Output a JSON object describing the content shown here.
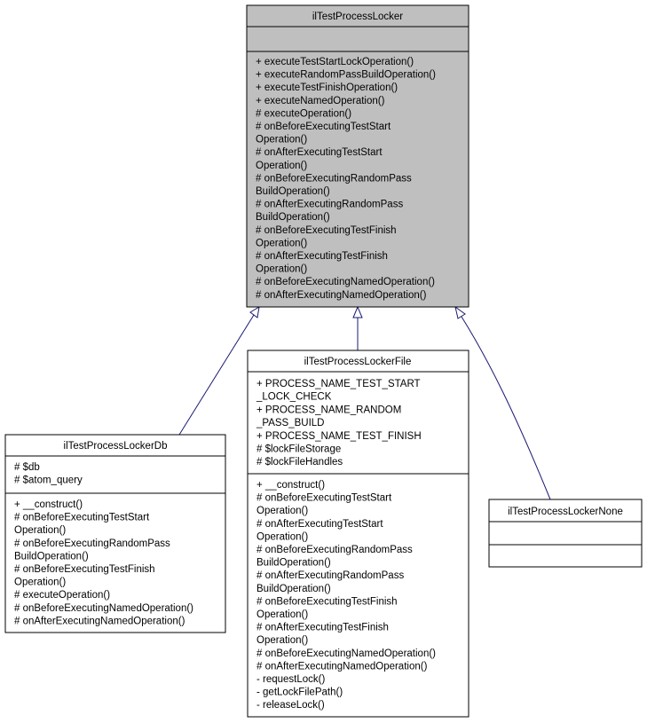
{
  "classes": {
    "base": {
      "name": "ilTestProcessLocker",
      "attributes": [],
      "methods": [
        "+ executeTestStartLockOperation()",
        "+ executeRandomPassBuildOperation()",
        "+ executeTestFinishOperation()",
        "+ executeNamedOperation()",
        "# executeOperation()",
        "# onBeforeExecutingTestStart",
        "Operation()",
        "# onAfterExecutingTestStart",
        "Operation()",
        "# onBeforeExecutingRandomPass",
        "BuildOperation()",
        "# onAfterExecutingRandomPass",
        "BuildOperation()",
        "# onBeforeExecutingTestFinish",
        "Operation()",
        "# onAfterExecutingTestFinish",
        "Operation()",
        "# onBeforeExecutingNamedOperation()",
        "# onAfterExecutingNamedOperation()"
      ]
    },
    "db": {
      "name": "ilTestProcessLockerDb",
      "attributes": [
        "# $db",
        "# $atom_query"
      ],
      "methods": [
        "+ __construct()",
        "# onBeforeExecutingTestStart",
        "Operation()",
        "# onBeforeExecutingRandomPass",
        "BuildOperation()",
        "# onBeforeExecutingTestFinish",
        "Operation()",
        "# executeOperation()",
        "# onBeforeExecutingNamedOperation()",
        "# onAfterExecutingNamedOperation()"
      ]
    },
    "file": {
      "name": "ilTestProcessLockerFile",
      "attributes": [
        "+ PROCESS_NAME_TEST_START",
        "_LOCK_CHECK",
        "+ PROCESS_NAME_RANDOM",
        "_PASS_BUILD",
        "+ PROCESS_NAME_TEST_FINISH",
        "# $lockFileStorage",
        "# $lockFileHandles"
      ],
      "methods": [
        "+ __construct()",
        "# onBeforeExecutingTestStart",
        "Operation()",
        "# onAfterExecutingTestStart",
        "Operation()",
        "# onBeforeExecutingRandomPass",
        "BuildOperation()",
        "# onAfterExecutingRandomPass",
        "BuildOperation()",
        "# onBeforeExecutingTestFinish",
        "Operation()",
        "# onAfterExecutingTestFinish",
        "Operation()",
        "# onBeforeExecutingNamedOperation()",
        "# onAfterExecutingNamedOperation()",
        "- requestLock()",
        "- getLockFilePath()",
        "- releaseLock()"
      ]
    },
    "none": {
      "name": "ilTestProcessLockerNone",
      "attributes": [],
      "methods": []
    }
  },
  "colors": {
    "base_fill": "#bfbfbf",
    "box_fill": "#ffffff",
    "border": "#000000",
    "edge": "#191970"
  }
}
